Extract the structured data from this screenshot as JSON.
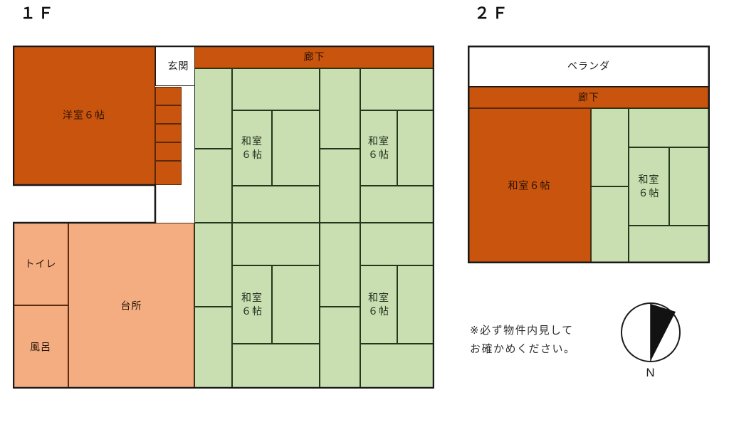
{
  "document": {
    "type": "real-estate-floor-plan",
    "background_color": "#ffffff"
  },
  "palette": {
    "orange": "#c9540d",
    "green": "#c9dfb1",
    "salmon": "#f3ad81",
    "white": "#ffffff",
    "outline": "#191919",
    "green_outline": "#21381c",
    "orange_outline": "#5a2a08"
  },
  "floor1": {
    "title": "１Ｆ",
    "rooms": {
      "western_room": "洋室６帖",
      "entrance": "玄関",
      "corridor": "廊下",
      "toilet": "トイレ",
      "bath": "風呂",
      "kitchen": "台所",
      "tatami_room_tl": "和室\n６帖",
      "tatami_room_tr": "和室\n６帖",
      "tatami_room_bl": "和室\n６帖",
      "tatami_room_br": "和室\n６帖"
    }
  },
  "floor2": {
    "title": "２Ｆ",
    "rooms": {
      "veranda": "ベランダ",
      "corridor": "廊下",
      "tatami_room_orange": "和室６帖",
      "tatami_room_green": "和室\n６帖"
    }
  },
  "note": {
    "text": "※必ず物件内見して\nお確かめください。"
  },
  "compass": {
    "direction_label": "N",
    "needle_color": "#121212",
    "ring_color": "#1d1d1d"
  }
}
